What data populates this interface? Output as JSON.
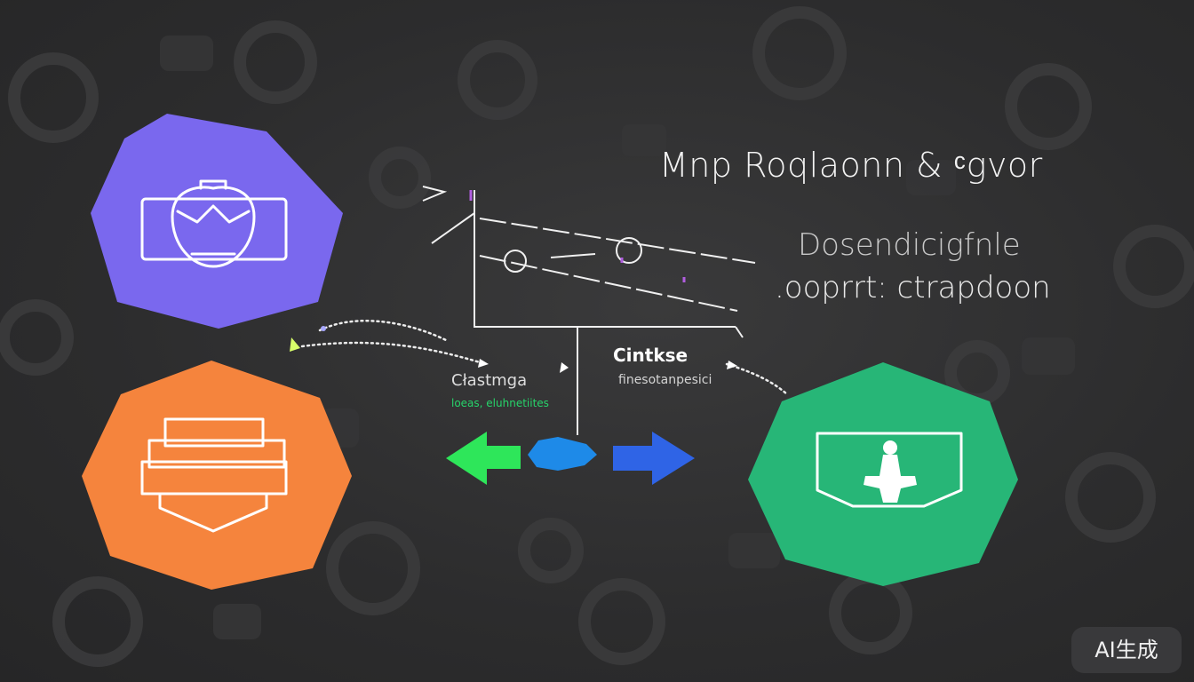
{
  "title": "Mnp Roqlaonn & ᶜgvor",
  "subtitle_line1": "Dosendicigfnle",
  "subtitle_line2": ".ooprrt: ctrapdoon",
  "nodes": [
    {
      "name": "purple-node",
      "color": "#7a68ee",
      "icon": "face-in-frame-icon"
    },
    {
      "name": "orange-node",
      "color": "#f5843d",
      "icon": "stacked-shield-icon"
    },
    {
      "name": "green-node",
      "color": "#27b677",
      "icon": "badge-figure-icon"
    }
  ],
  "labels": {
    "left_title": "Cłastmga",
    "left_sub": "loeas, eluhnetiites",
    "right_title": "Cintkse",
    "right_sub": "finesotanpesici"
  },
  "arrows": {
    "left": {
      "color": "#2ee65a",
      "direction": "left"
    },
    "center": {
      "color": "#1e8ae8"
    },
    "right": {
      "color": "#2f64e6",
      "direction": "right"
    }
  },
  "watermark": "AI生成"
}
